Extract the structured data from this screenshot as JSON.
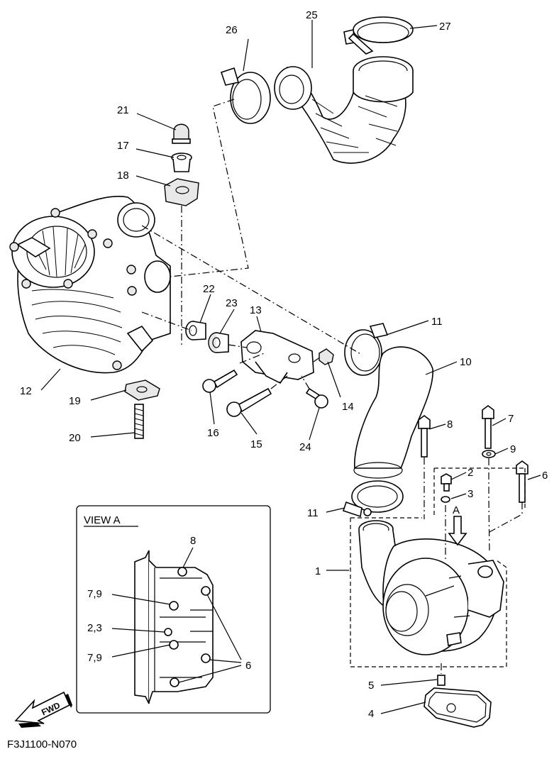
{
  "diagram": {
    "view_title": "VIEW A",
    "view_marker": "A",
    "fwd_label": "FWD",
    "code": "F3J1100-N070",
    "labels": {
      "l1": "1",
      "l2": "2",
      "l3": "3",
      "l4": "4",
      "l5": "5",
      "l6": "6",
      "l7": "7",
      "l8": "8",
      "l9": "9",
      "l10": "10",
      "l11a": "11",
      "l11b": "11",
      "l12": "12",
      "l13": "13",
      "l14": "14",
      "l15": "15",
      "l16": "16",
      "l17": "17",
      "l18": "18",
      "l19": "19",
      "l20": "20",
      "l21": "21",
      "l22": "22",
      "l23": "23",
      "l24": "24",
      "l25": "25",
      "l26": "26",
      "l27": "27"
    },
    "view_labels": {
      "v8": "8",
      "v79a": "7,9",
      "v23": "2,3",
      "v79b": "7,9",
      "v6": "6"
    }
  }
}
